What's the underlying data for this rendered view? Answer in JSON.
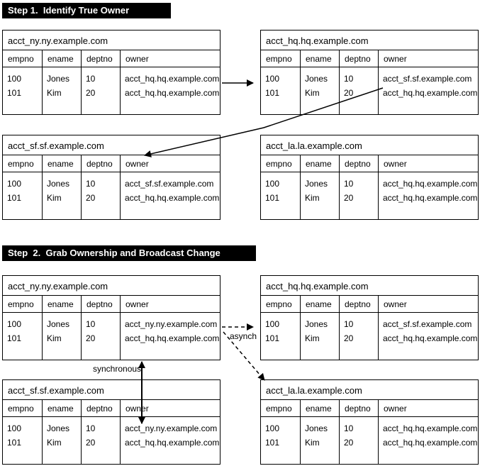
{
  "headers": [
    "empno",
    "ename",
    "deptno",
    "owner"
  ],
  "step1": {
    "title": "Step 1.  Identify True Owner",
    "ny": {
      "title": "acct_ny.ny.example.com",
      "rows": [
        [
          "100",
          "Jones",
          "10",
          "acct_hq.hq.example.com"
        ],
        [
          "101",
          "Kim",
          "20",
          "acct_hq.hq.example.com"
        ]
      ]
    },
    "hq": {
      "title": "acct_hq.hq.example.com",
      "rows": [
        [
          "100",
          "Jones",
          "10",
          "acct_sf.sf.example.com"
        ],
        [
          "101",
          "Kim",
          "20",
          "acct_hq.hq.example.com"
        ]
      ]
    },
    "sf": {
      "title": "acct_sf.sf.example.com",
      "rows": [
        [
          "100",
          "Jones",
          "10",
          "acct_sf.sf.example.com"
        ],
        [
          "101",
          "Kim",
          "20",
          "acct_hq.hq.example.com"
        ]
      ]
    },
    "la": {
      "title": "acct_la.la.example.com",
      "rows": [
        [
          "100",
          "Jones",
          "10",
          "acct_hq.hq.example.com"
        ],
        [
          "101",
          "Kim",
          "20",
          "acct_hq.hq.example.com"
        ]
      ]
    }
  },
  "step2": {
    "title": "Step  2.  Grab Ownership and Broadcast Change",
    "ny": {
      "title": "acct_ny.ny.example.com",
      "rows": [
        [
          "100",
          "Jones",
          "10",
          "acct_ny.ny.example.com"
        ],
        [
          "101",
          "Kim",
          "20",
          "acct_hq.hq.example.com"
        ]
      ]
    },
    "hq": {
      "title": "acct_hq.hq.example.com",
      "rows": [
        [
          "100",
          "Jones",
          "10",
          "acct_sf.sf.example.com"
        ],
        [
          "101",
          "Kim",
          "20",
          "acct_hq.hq.example.com"
        ]
      ]
    },
    "sf": {
      "title": "acct_sf.sf.example.com",
      "rows": [
        [
          "100",
          "Jones",
          "10",
          "acct_ny.ny.example.com"
        ],
        [
          "101",
          "Kim",
          "20",
          "acct_hq.hq.example.com"
        ]
      ]
    },
    "la": {
      "title": "acct_la.la.example.com",
      "rows": [
        [
          "100",
          "Jones",
          "10",
          "acct_hq.hq.example.com"
        ],
        [
          "101",
          "Kim",
          "20",
          "acct_hq.hq.example.com"
        ]
      ]
    }
  },
  "labels": {
    "synchronous": "synchronous",
    "asynch": "asynch"
  },
  "colors": {
    "bar_bg": "#000000",
    "bar_fg": "#ffffff",
    "line": "#000000",
    "bg": "#ffffff"
  }
}
